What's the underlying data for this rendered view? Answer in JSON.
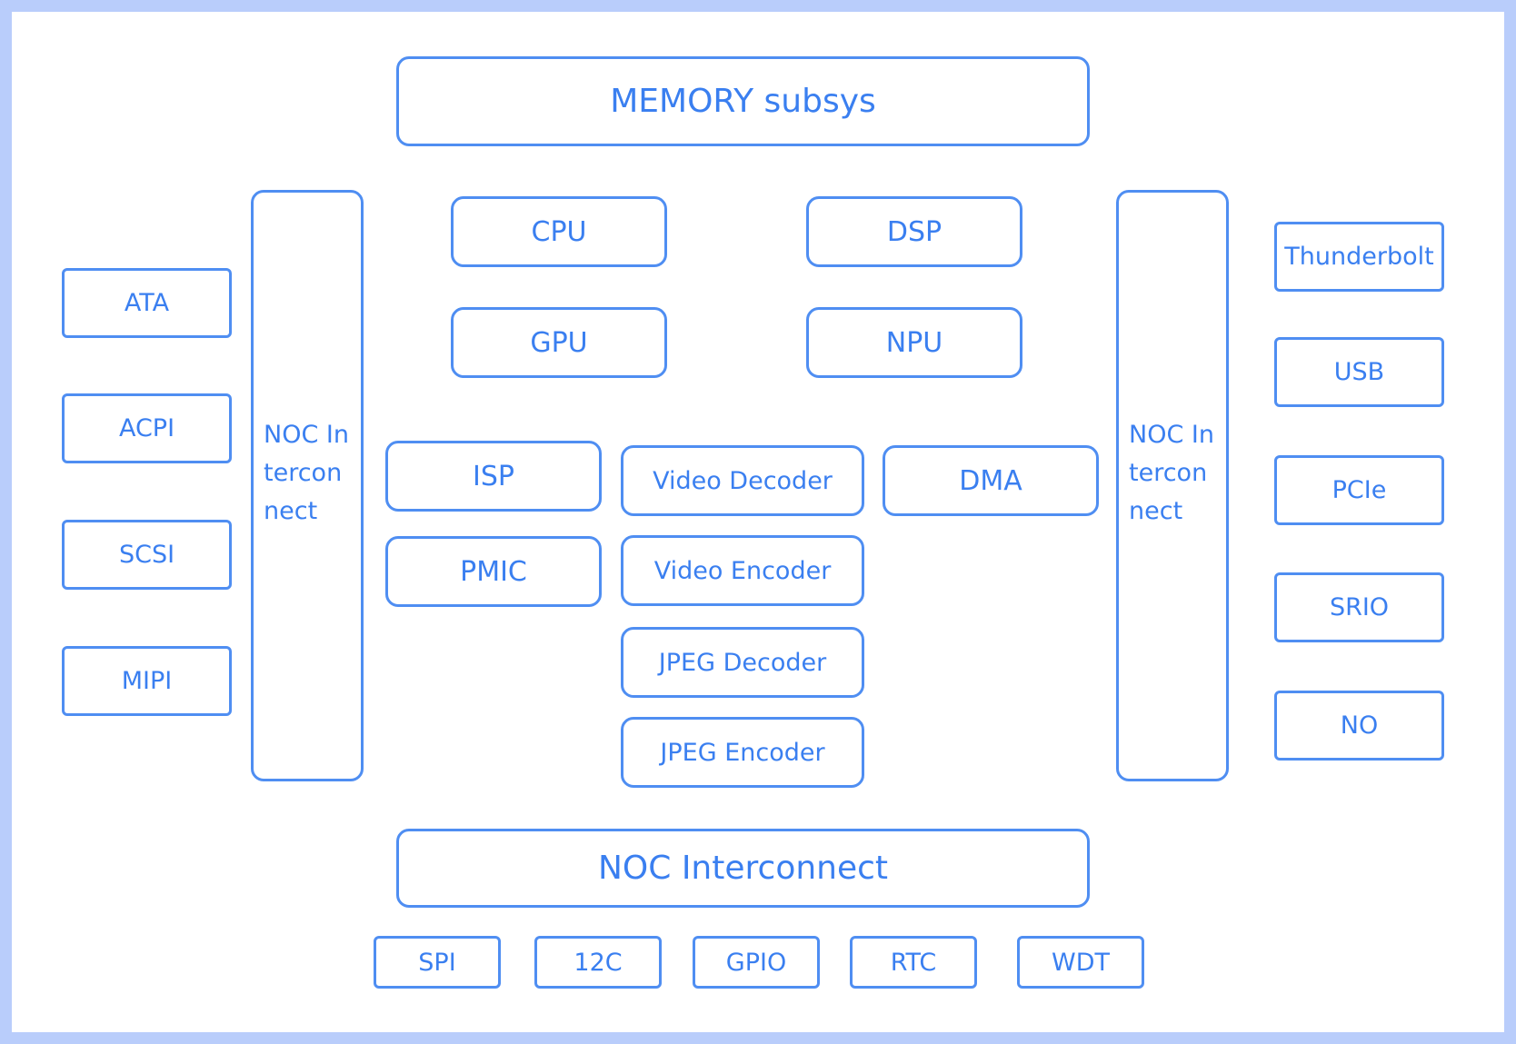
{
  "diagram": {
    "memory": "MEMORY subsys",
    "noc_left": "NOC Interconnect",
    "noc_right": "NOC Interconnect",
    "noc_bottom": "NOC Interconnect",
    "compute": {
      "cpu": "CPU",
      "dsp": "DSP",
      "gpu": "GPU",
      "npu": "NPU"
    },
    "media": {
      "isp": "ISP",
      "pmic": "PMIC",
      "video_decoder": "Video Decoder",
      "video_encoder": "Video Encoder",
      "jpeg_decoder": "JPEG Decoder",
      "jpeg_encoder": "JPEG Encoder",
      "dma": "DMA"
    },
    "left_io": [
      "ATA",
      "ACPI",
      "SCSI",
      "MIPI"
    ],
    "right_io": [
      "Thunderbolt",
      "USB",
      "PCIe",
      "SRIO",
      "NO"
    ],
    "bottom_io": [
      "SPI",
      "12C",
      "GPIO",
      "RTC",
      "WDT"
    ],
    "colors": {
      "stroke": "#4f8ef2",
      "text": "#3a7ff0",
      "frame": "#b9cdfb",
      "background": "#ffffff"
    }
  }
}
